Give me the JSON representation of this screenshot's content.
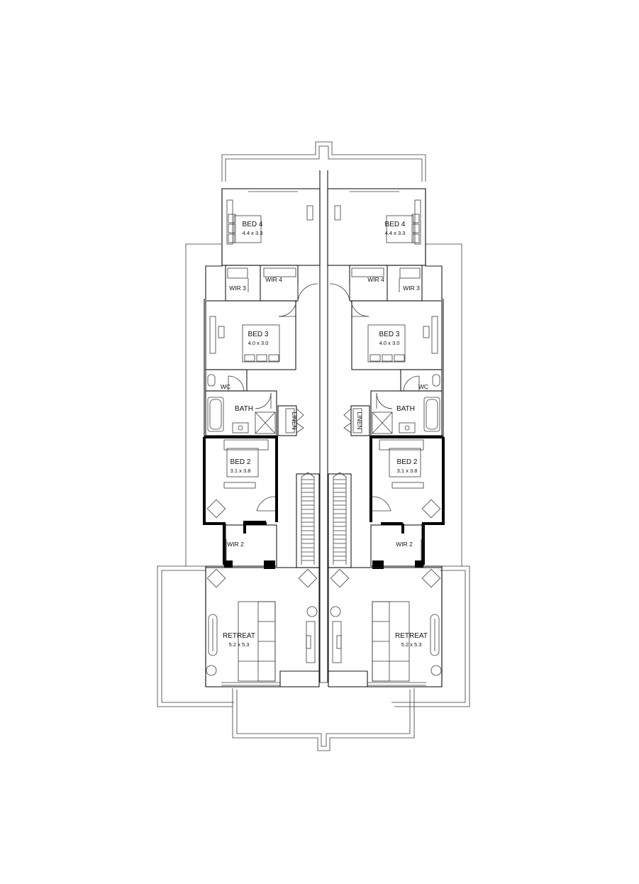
{
  "rooms": {
    "bed4": {
      "label": "BED 4",
      "dim": "4.4 x 3.3"
    },
    "bed3": {
      "label": "BED 3",
      "dim": "4.0 x 3.0"
    },
    "bed2": {
      "label": "BED 2",
      "dim": "3.1 x 3.8"
    },
    "retreat": {
      "label": "RETREAT",
      "dim": "5.2 x 5.3"
    },
    "wir2": "WIR 2",
    "wir3": "WIR 3",
    "wir4": "WIR 4",
    "wc": "WC",
    "bath": "BATH",
    "linen": "LINEN"
  }
}
